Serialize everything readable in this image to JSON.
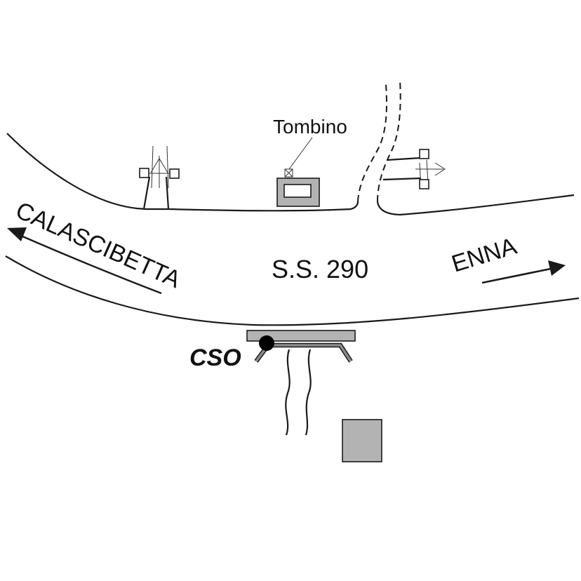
{
  "map": {
    "road_name": "S.S. 290",
    "direction_left": "CALASCIBETTA",
    "direction_right": "ENNA",
    "tombino_label": "Tombino",
    "cso_label": "CSO",
    "colors": {
      "line": "#1a1a1a",
      "gray_fill": "#b3b3b3",
      "dark_gray": "#6b6b6b",
      "point": "#000000"
    }
  }
}
